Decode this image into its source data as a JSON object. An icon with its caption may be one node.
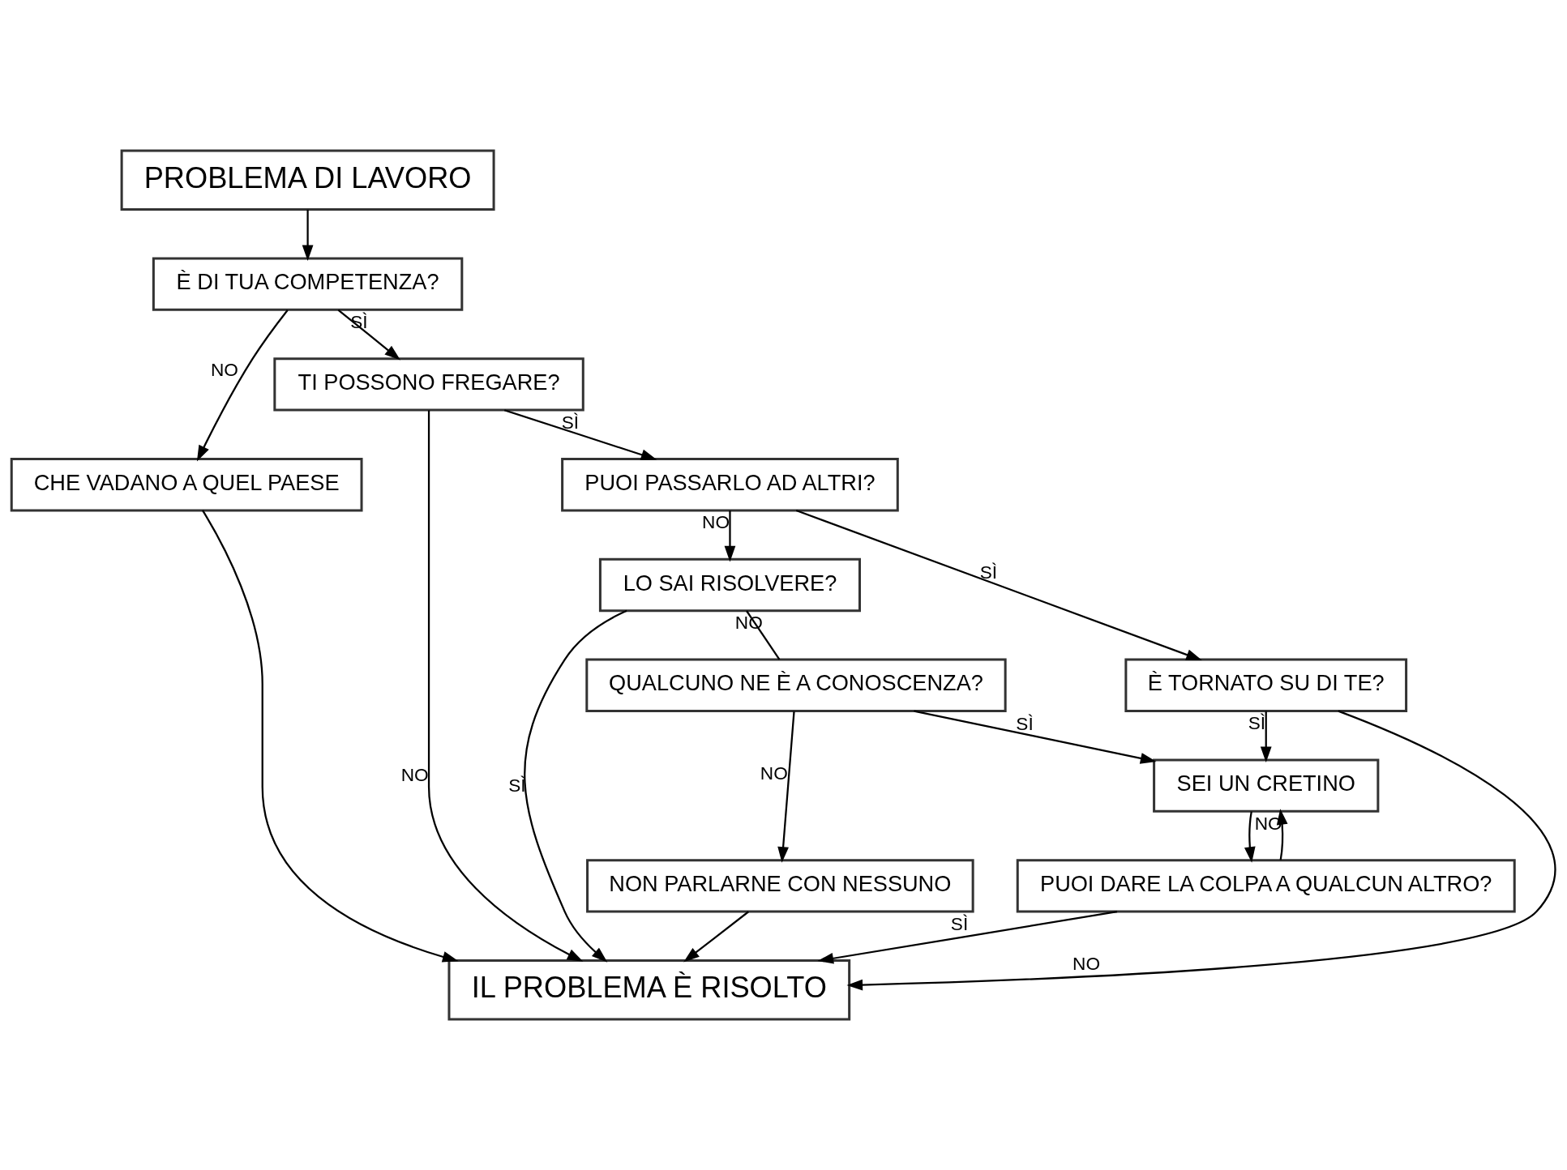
{
  "diagram": {
    "nodes": [
      {
        "text": [
          "PROBLEMA DI LAVORO"
        ]
      },
      {
        "text": [
          "È DI TUA COMPETENZA?"
        ]
      },
      {
        "text": [
          "CHE VADANO A QUEL PAESE"
        ]
      },
      {
        "text": [
          "TI POSSONO FREGARE?"
        ]
      },
      {
        "text": [
          "PUOI PASSARLO AD ALTRI?"
        ]
      },
      {
        "text": [
          "QUALCUNO NE È A CONOSCENZA?"
        ]
      },
      {
        "text": [
          "LO SAI RISOLVERE?"
        ]
      },
      {
        "text": [
          "NON PARLARNE CON NESSUNO"
        ]
      },
      {
        "text": [
          "SEI UN CRETINO"
        ]
      },
      {
        "text": [
          "È TORNATO SU DI TE?"
        ]
      },
      {
        "text": [
          "PUOI DARE LA COLPA A QUALCUN ALTRO?"
        ]
      },
      {
        "text": [
          "IL PROBLEMA È RISOLTO"
        ]
      }
    ],
    "edges": [
      {
        "from": 0,
        "to": 1,
        "arrow": "to"
      },
      {
        "from": 1,
        "to": 2,
        "arrow": "to",
        "label": "NO"
      },
      {
        "from": 1,
        "to": 3,
        "arrow": "to",
        "label": "SÌ"
      },
      {
        "from": 3,
        "to": 11,
        "arrow": "to",
        "label": "NO"
      },
      {
        "from": 3,
        "to": 4,
        "arrow": "to",
        "label": "SÌ"
      },
      {
        "from": 4,
        "to": 6,
        "arrow": "to",
        "label": "NO"
      },
      {
        "from": 4,
        "to": 9,
        "arrow": "to",
        "label": "SÌ"
      },
      {
        "from": 6,
        "to": 5,
        "arrow": "none",
        "label": "NO"
      },
      {
        "from": 6,
        "to": 11,
        "arrow": "to",
        "label": "SÌ"
      },
      {
        "from": 5,
        "to": 7,
        "arrow": "to",
        "label": "NO"
      },
      {
        "from": 5,
        "to": 8,
        "arrow": "to",
        "label": "SÌ"
      },
      {
        "from": 9,
        "to": 8,
        "arrow": "to",
        "label": "SÌ"
      },
      {
        "from": 9,
        "to": 11,
        "arrow": "to",
        "label": "NO"
      },
      {
        "from": 8,
        "to": 10,
        "arrow": "to"
      },
      {
        "from": 10,
        "to": 8,
        "arrow": "to",
        "label": "NO"
      },
      {
        "from": 10,
        "to": 11,
        "arrow": "to",
        "label": "SÌ"
      },
      {
        "from": 2,
        "to": 11,
        "arrow": "to"
      },
      {
        "from": 7,
        "to": 11,
        "arrow": "to"
      }
    ]
  }
}
